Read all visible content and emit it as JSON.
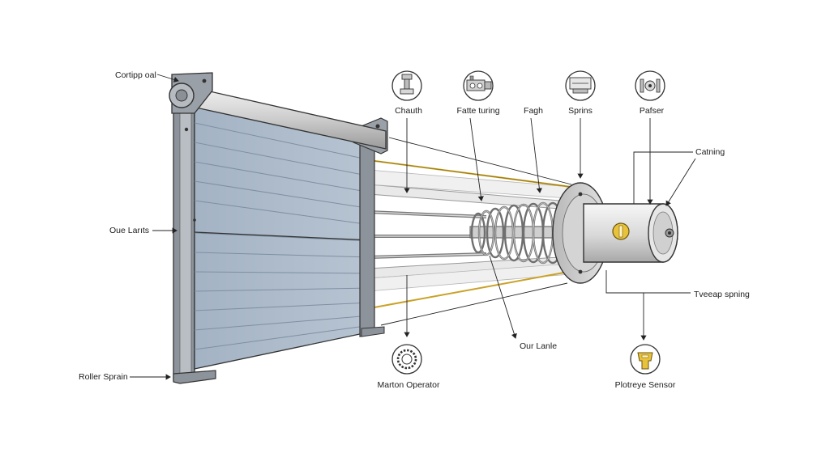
{
  "labels": {
    "left": {
      "top_bar": "Cortipp oal",
      "lanes": "Oue Larıts",
      "bottom": "Roller Sprain"
    },
    "top_row": {
      "l1": "Chauth",
      "l2": "Fatte turing",
      "l3": "Fagh",
      "l4": "Sprins",
      "l5": "Pafser"
    },
    "right": {
      "casing": "Catning",
      "spring": "Tveeap spning"
    },
    "bottom_row": {
      "motor": "Marton Operator",
      "center": "Our Lanle",
      "sensor": "Plotreye Sensor"
    }
  },
  "icons": {
    "chauth": "valve-icon",
    "fatte_turing": "gear-assembly-icon",
    "fagh": "monitor-icon",
    "sprins": "coil-spring-icon",
    "motor": "gear-ring-icon",
    "sensor": "photo-eye-sensor-icon"
  },
  "colors": {
    "door_slat": "#a9b8c8",
    "frame": "#8d939b",
    "track_yellow": "#c9a227",
    "spring": "#8a8a8a",
    "drum": "#dcdcdc",
    "badge_yellow": "#e8c23a"
  }
}
